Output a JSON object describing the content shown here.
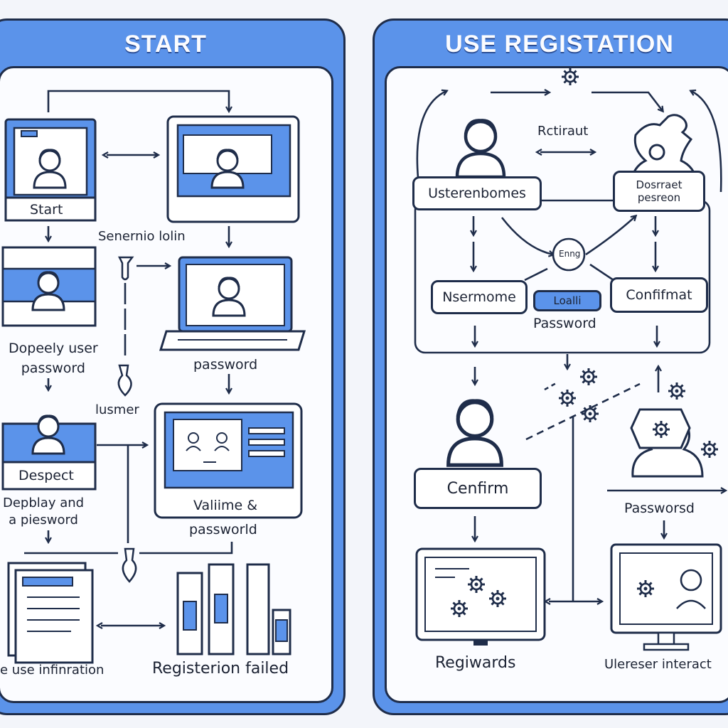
{
  "colors": {
    "accent": "#5b93ea",
    "ink": "#1f2d4a",
    "paper": "#fbfcff"
  },
  "left_panel": {
    "title": "START",
    "nodes": {
      "start": "Start",
      "sensor_login": "Senernio lolin",
      "display_user_password": "Dopeely user\npassword",
      "password_laptop": "password",
      "lusmer": "lusmer",
      "despect": "Despect",
      "display_and_password": "Depblay and\na piesword",
      "valitime_password_1": "Valiime &",
      "valitime_password_2": "passworld",
      "use_information": "e use infinration",
      "registration_failed": "Registerion failed"
    }
  },
  "right_panel": {
    "title": "USE REGISTATION",
    "nodes": {
      "retraut": "Rctiraut",
      "usternames": "Usterenbomes",
      "dospraet_password": "Dosrraet\npesreon",
      "ema": "Enng",
      "nsermome": "Nsermome",
      "localli": "Loalli",
      "password": "Password",
      "confirmat": "Confifmat",
      "confirm": "Cenfirm",
      "passworsd": "Passworsd",
      "regiwards": "Regiwards",
      "ulereser_interact": "Ulereser interact"
    }
  },
  "icons": [
    "user-icon",
    "laptop-icon",
    "monitor-icon",
    "gear-icon",
    "puzzle-icon",
    "sensor-icon",
    "document-icon",
    "server-rack-icon",
    "flask-icon"
  ]
}
